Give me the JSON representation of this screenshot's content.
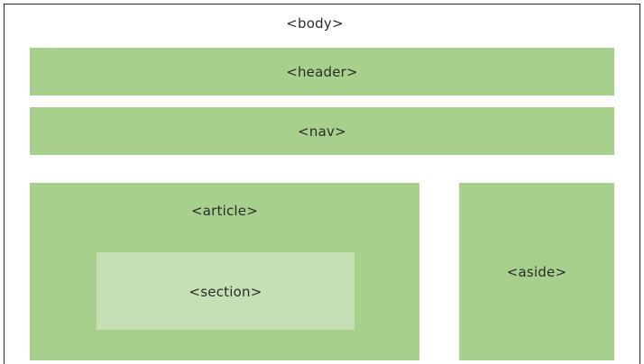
{
  "diagram": {
    "body": {
      "label": "<body>"
    },
    "header": {
      "label": "<header>"
    },
    "nav": {
      "label": "<nav>"
    },
    "article": {
      "label": "<article>"
    },
    "section": {
      "label": "<section>"
    },
    "aside": {
      "label": "<aside>"
    }
  },
  "colors": {
    "block": "#a8d08d",
    "section": "#c5e0b4",
    "frame": "#2a2a2a",
    "text": "#2b2b2b"
  }
}
